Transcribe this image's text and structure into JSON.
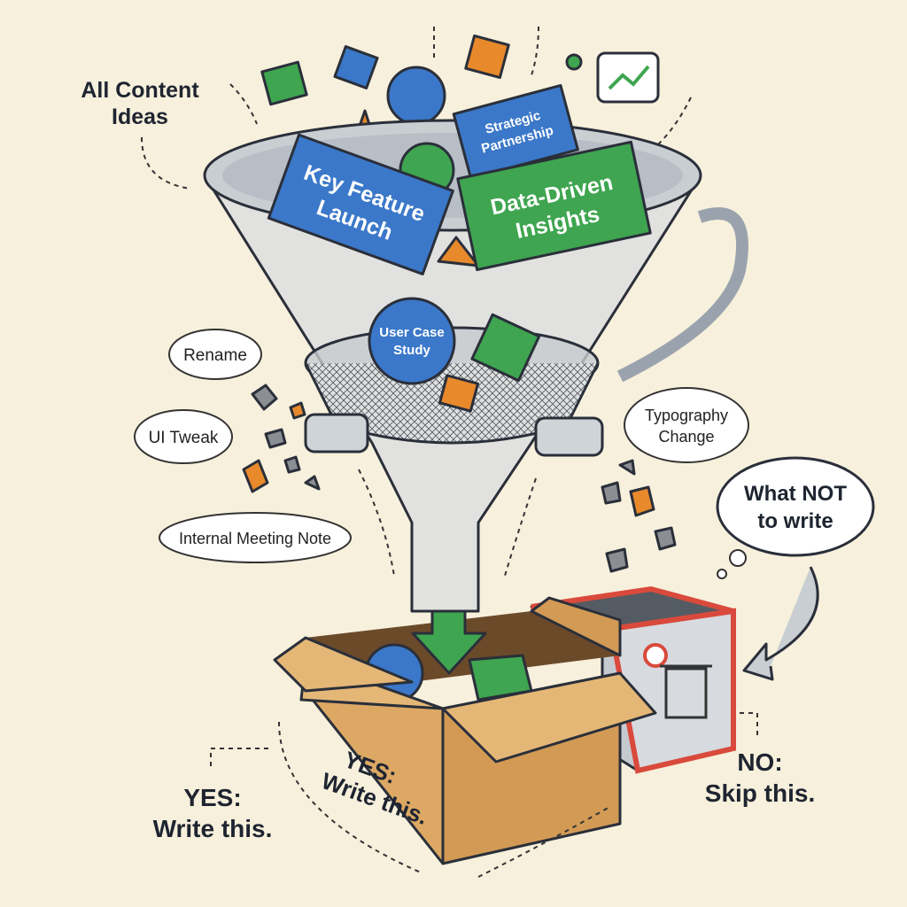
{
  "title_label": {
    "lines": [
      "All Content Ideas"
    ],
    "line1": "All Content",
    "line2": "Ideas"
  },
  "cards": {
    "strategic": {
      "line1": "Strategic",
      "line2": "Partnership"
    },
    "key_feature": {
      "line1": "Key Feature",
      "line2": "Launch"
    },
    "data_driven": {
      "line1": "Data-Driven",
      "line2": "Insights"
    },
    "user_case": {
      "line1": "User Case",
      "line2": "Study"
    }
  },
  "rejected_bubbles": {
    "rename": "Rename",
    "ui_tweak": "UI Tweak",
    "internal_meeting": "Internal Meeting Note",
    "typography": {
      "line1": "Typography",
      "line2": "Change"
    }
  },
  "thought_bubble": {
    "line1": "What NOT",
    "line2": "to write"
  },
  "box_label": {
    "line1": "YES:",
    "line2": "Write this."
  },
  "yes_label": {
    "line1": "YES:",
    "line2": "Write this."
  },
  "no_label": {
    "line1": "NO:",
    "line2": "Skip this."
  },
  "colors": {
    "background": "#f7f0dc",
    "blue": "#3b78c9",
    "green": "#3fa550",
    "orange": "#e8892b",
    "box": "#dca864",
    "bin_red": "#d94a3c"
  }
}
